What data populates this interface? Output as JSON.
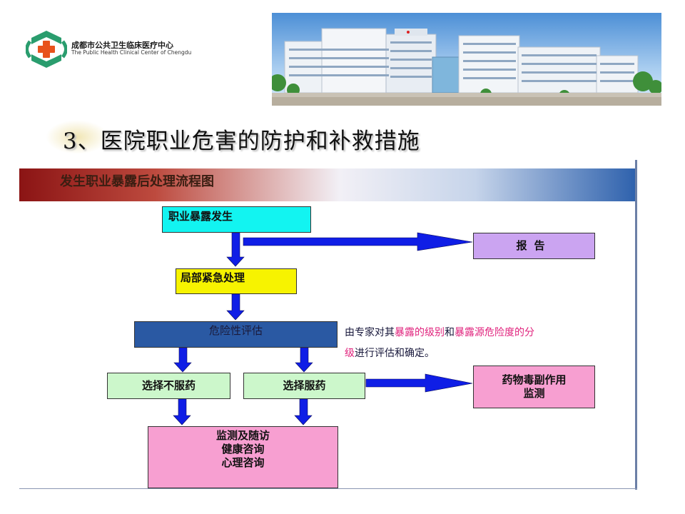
{
  "header": {
    "org_name_cn": "成都市公共卫生临床医疗中心",
    "org_name_en": "The Public Health Clinical Center of Chengdu"
  },
  "slide": {
    "title": "3、医院职业危害的防护和补救措施"
  },
  "flowchart": {
    "banner_title": "发生职业暴露后处理流程图",
    "nodes": {
      "occur": "职业暴露发生",
      "report": "报告",
      "local": "局部紧急处理",
      "risk": "危险性评估",
      "no_med": "选择不服药",
      "med": "选择服药",
      "drug_monitor": [
        "药物毒副作用",
        "监测"
      ],
      "followup": [
        "监测及随访",
        "健康咨询",
        "心理咨询"
      ]
    },
    "note": {
      "p1": "由专家对其",
      "h1": "暴露的级别",
      "p2": "和",
      "h2": "暴露源危险度的分级",
      "p3": "进行评估和确定。"
    }
  },
  "colors": {
    "arrow": "#0f1ee6",
    "occur_fill": "#12f4f1",
    "report_fill": "#cba4f1",
    "local_fill": "#f7f300",
    "risk_fill": "#2a59a3",
    "choice_fill": "#ccf7cb",
    "pink_fill": "#f79fd1",
    "note_highlight": "#e0237d"
  }
}
